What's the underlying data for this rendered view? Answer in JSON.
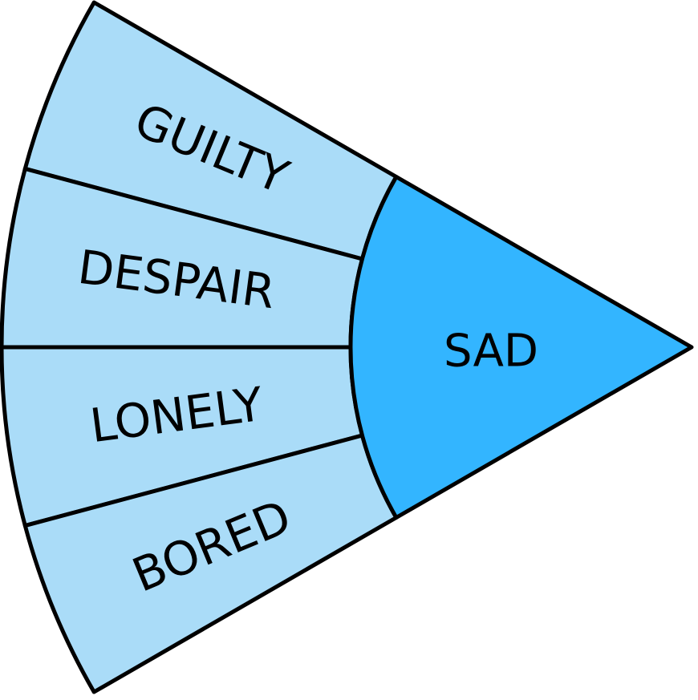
{
  "diagram": {
    "core": {
      "label": "SAD",
      "color": "#33b5ff"
    },
    "segment_color": "#aadcf8",
    "outline_color": "#000000",
    "segments": [
      {
        "label": "GUILTY"
      },
      {
        "label": "DESPAIR"
      },
      {
        "label": "LONELY"
      },
      {
        "label": "BORED"
      }
    ]
  }
}
